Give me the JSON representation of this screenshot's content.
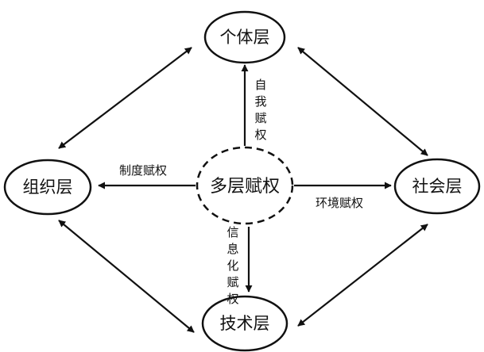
{
  "colors": {
    "stroke": "#111111",
    "background": "#ffffff"
  },
  "nodes": {
    "top": "个体层",
    "left": "组织层",
    "right": "社会层",
    "bottom": "技术层",
    "center": "多层赋权"
  },
  "edges": {
    "up": [
      "自",
      "我",
      "赋",
      "权"
    ],
    "left": "制度赋权",
    "right": "环境赋权",
    "down": [
      "信",
      "息",
      "化",
      "赋",
      "权"
    ]
  }
}
